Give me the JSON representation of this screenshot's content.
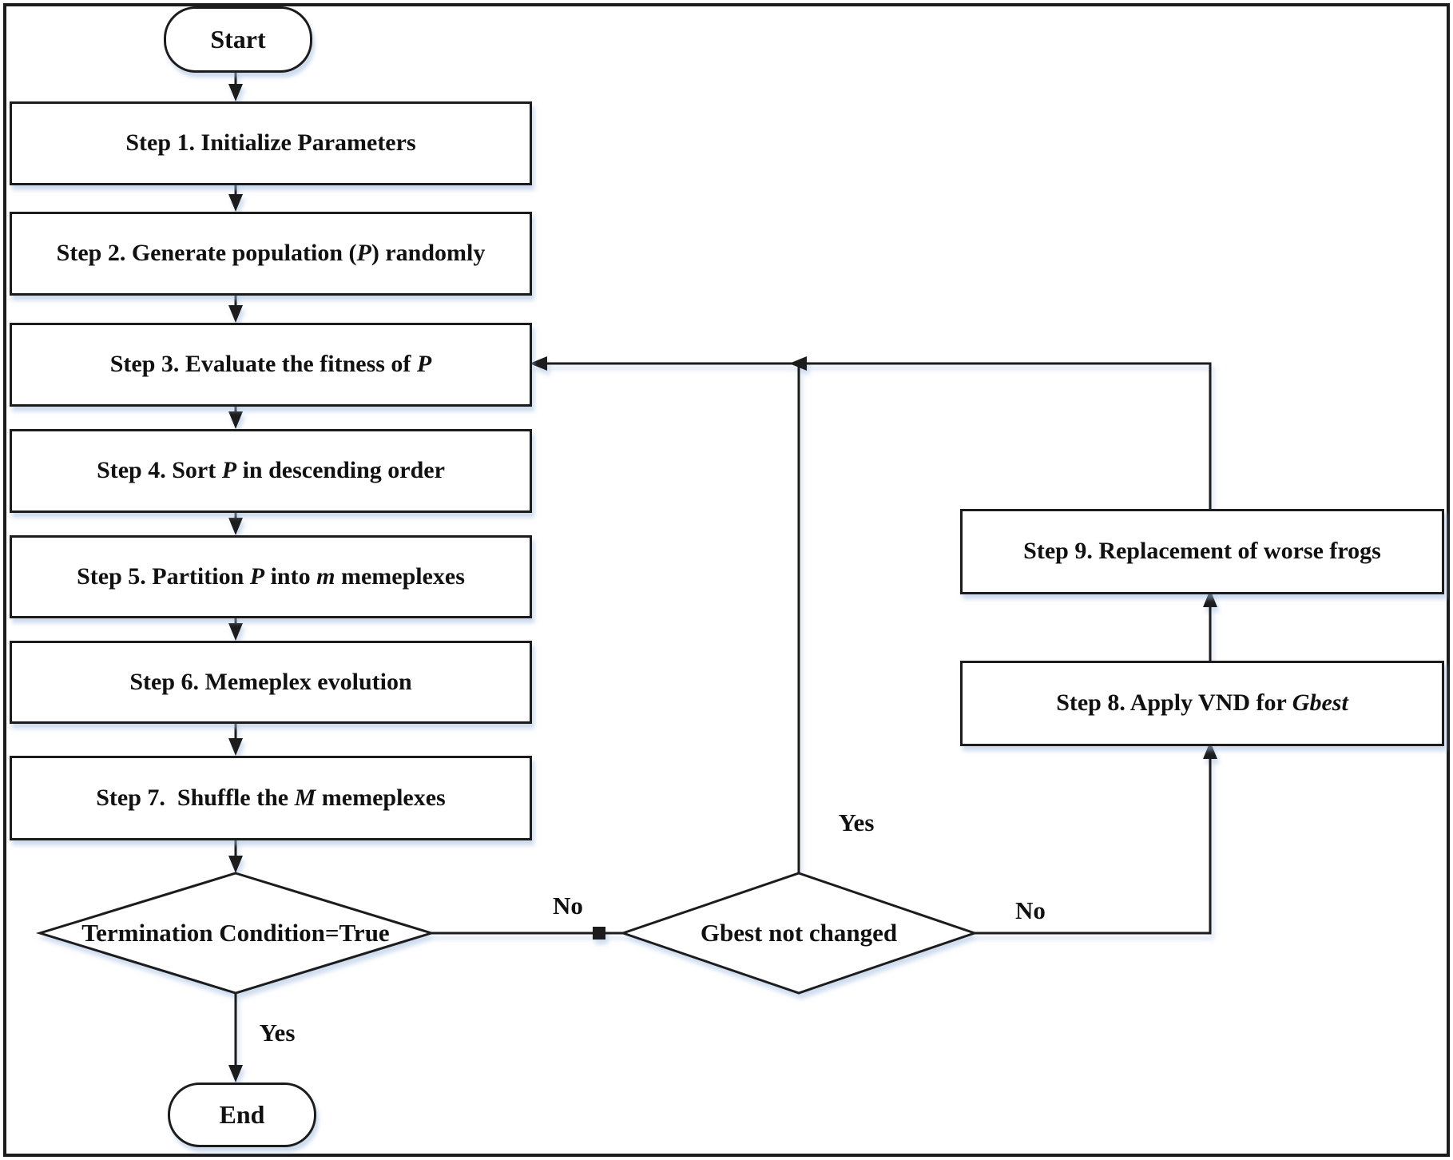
{
  "figure": {
    "type": "flowchart",
    "ink_color": "#1c1c1c",
    "shadow_color": "#9ebade",
    "background": "#ffffff"
  },
  "nodes": {
    "start": {
      "label": "Start"
    },
    "step1": {
      "parts": [
        {
          "text": "Step 1. Initialize Parameters"
        }
      ]
    },
    "step2": {
      "parts": [
        {
          "text": "Step 2. Generate population ("
        },
        {
          "text": "P",
          "italic": true
        },
        {
          "text": ") randomly"
        }
      ]
    },
    "step3": {
      "parts": [
        {
          "text": "Step 3. Evaluate the fitness of "
        },
        {
          "text": "P",
          "italic": true
        }
      ]
    },
    "step4": {
      "parts": [
        {
          "text": "Step 4. Sort "
        },
        {
          "text": "P",
          "italic": true
        },
        {
          "text": " in descending order"
        }
      ]
    },
    "step5": {
      "parts": [
        {
          "text": "Step 5. Partition "
        },
        {
          "text": "P",
          "italic": true
        },
        {
          "text": " into "
        },
        {
          "text": "m",
          "italic": true
        },
        {
          "text": " memeplexes"
        }
      ]
    },
    "step6": {
      "parts": [
        {
          "text": "Step 6. Memeplex evolution"
        }
      ]
    },
    "step7": {
      "parts": [
        {
          "text": "Step 7.  Shuffle the "
        },
        {
          "text": "M",
          "italic": true
        },
        {
          "text": " memeplexes"
        }
      ]
    },
    "decision_termination": {
      "label": "Termination Condition=True"
    },
    "decision_gbest": {
      "label": "Gbest not changed"
    },
    "step8": {
      "parts": [
        {
          "text": "Step 8. Apply VND for "
        },
        {
          "text": "Gbest",
          "italic": true
        }
      ]
    },
    "step9": {
      "parts": [
        {
          "text": "Step 9. Replacement of worse frogs"
        }
      ]
    },
    "end": {
      "label": "End"
    }
  },
  "edge_labels": {
    "termination_no": "No",
    "termination_yes": "Yes",
    "gbest_yes": "Yes",
    "gbest_no": "No"
  }
}
